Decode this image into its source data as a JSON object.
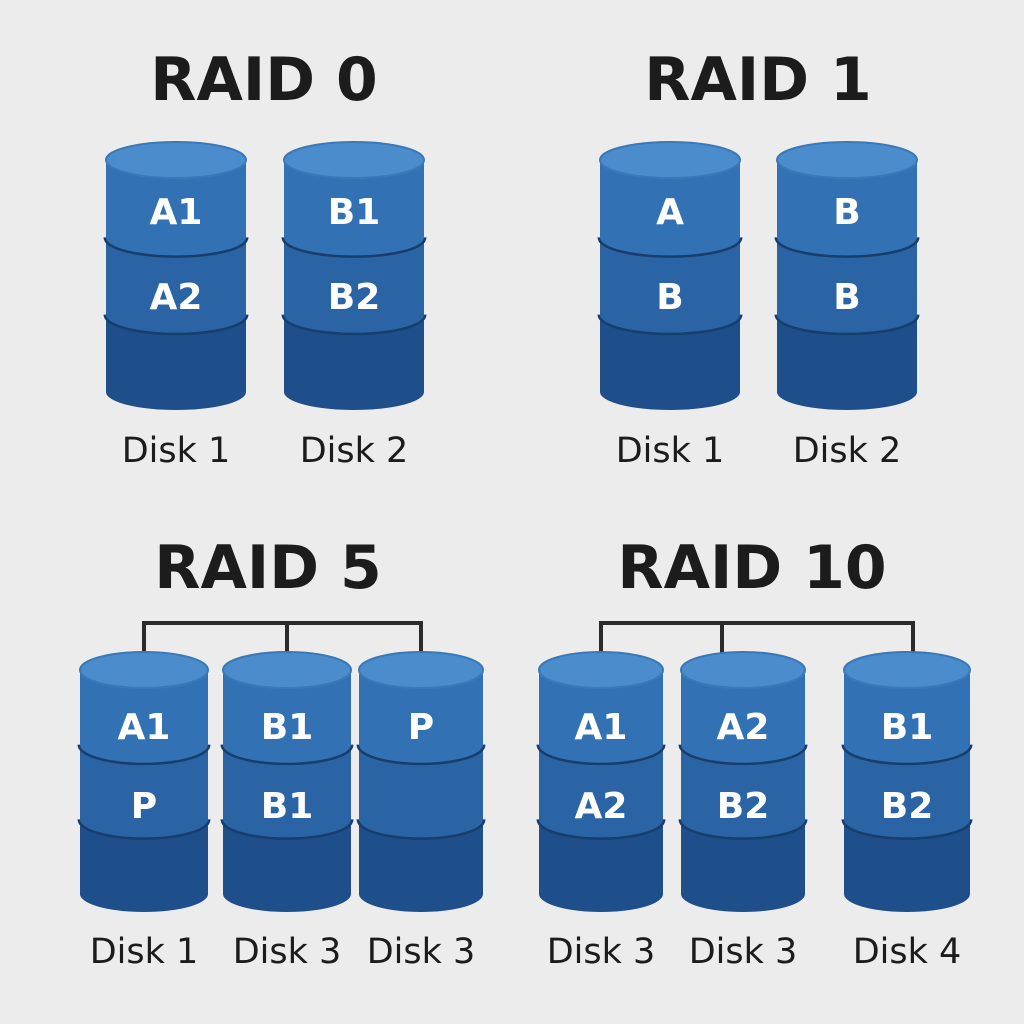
{
  "colors": {
    "background": "#ececec",
    "disk_top": "#4a8ccc",
    "disk_top_rim": "#3a78b8",
    "segment_1": "#3272b4",
    "segment_2": "#2a64a4",
    "segment_3": "#1f4f8a",
    "separator": "#173e6e",
    "text_dark": "#1c1c1c"
  },
  "panels": [
    {
      "title": "RAID 0",
      "disks": [
        {
          "label": "Disk 1",
          "segments": [
            "A1",
            "A2",
            ""
          ]
        },
        {
          "label": "Disk 2",
          "segments": [
            "B1",
            "B2",
            ""
          ]
        }
      ]
    },
    {
      "title": "RAID 1",
      "disks": [
        {
          "label": "Disk 1",
          "segments": [
            "A",
            "B",
            ""
          ]
        },
        {
          "label": "Disk 2",
          "segments": [
            "B",
            "B",
            ""
          ]
        }
      ]
    },
    {
      "title": "RAID 5",
      "disks": [
        {
          "label": "Disk 1",
          "segments": [
            "A1",
            "P",
            ""
          ]
        },
        {
          "label": "Disk 3",
          "segments": [
            "B1",
            "B1",
            ""
          ]
        },
        {
          "label": "Disk 3",
          "segments": [
            "P",
            "",
            ""
          ]
        }
      ]
    },
    {
      "title": "RAID 10",
      "disks": [
        {
          "label": "Disk 3",
          "segments": [
            "A1",
            "A2",
            ""
          ]
        },
        {
          "label": "Disk 3",
          "segments": [
            "A2",
            "B2",
            ""
          ]
        },
        {
          "label": "Disk 4",
          "segments": [
            "B1",
            "B2",
            ""
          ]
        }
      ]
    }
  ]
}
